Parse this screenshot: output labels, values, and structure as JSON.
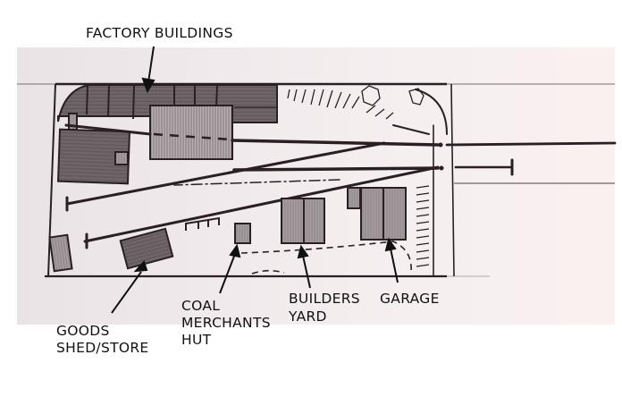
{
  "diagram": {
    "type": "hand-drawn railway goods yard track plan",
    "labels": {
      "factory_buildings": "FACTORY BUILDINGS",
      "goods_shed_line1": "GOODS",
      "goods_shed_line2": "SHED/STORE",
      "coal_hut_line1": "COAL",
      "coal_hut_line2": "MERCHANTS",
      "coal_hut_line3": "HUT",
      "builders_yard_line1": "BUILDERS",
      "builders_yard_line2": "YARD",
      "garage": "GARAGE"
    },
    "colors": {
      "paper": "#f2ecee",
      "ink": "#2a2024",
      "shading_dark": "#6e6669",
      "shading_mid": "#9a9093",
      "label_text": "#111111"
    }
  }
}
